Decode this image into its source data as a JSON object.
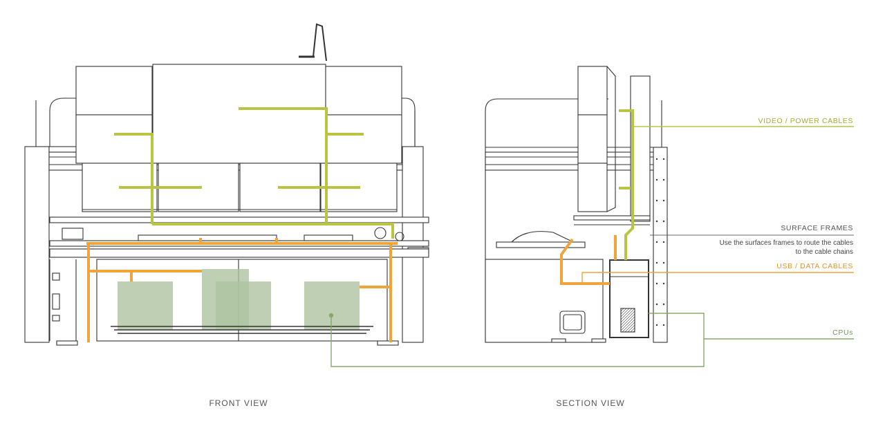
{
  "views": {
    "front": "FRONT VIEW",
    "section": "SECTION VIEW"
  },
  "callouts": {
    "video_power": "VIDEO / POWER CABLES",
    "surface_frames": "SURFACE FRAMES",
    "surface_frames_desc": "Use the surfaces frames to route the cables to the cable chains",
    "usb_data": "USB / DATA CABLES",
    "cpus": "CPUs"
  },
  "colors": {
    "video_power": "#b9c443",
    "usb_data": "#f0a43a",
    "cpu": "#86a86a",
    "cpu_fill": "#aec3a0",
    "line": "#333333",
    "surface_frames": "#666666"
  }
}
